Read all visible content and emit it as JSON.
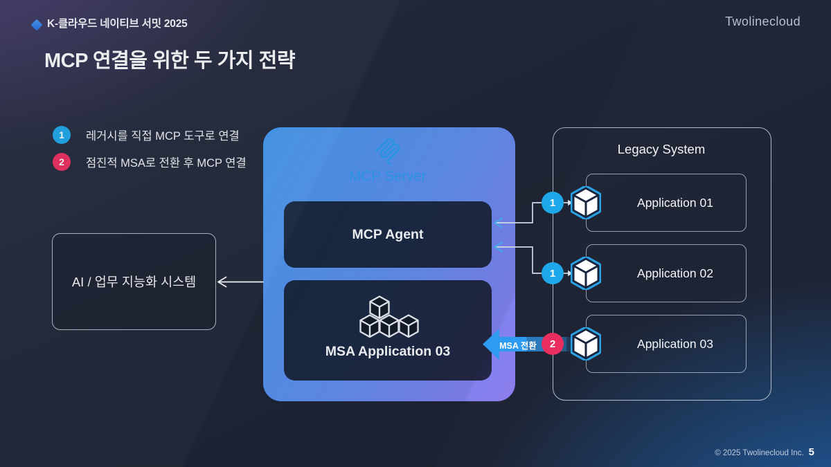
{
  "header": {
    "event": "K-클라우드 네이티브 서밋 2025",
    "logo": "Twolinecloud",
    "title": "MCP 연결을 위한 두 가지 전략"
  },
  "legend": {
    "items": [
      {
        "num": "1",
        "label": "레거시를 직접 MCP 도구로 연결",
        "color": "#1EA7E9"
      },
      {
        "num": "2",
        "label": "점진적 MSA로 전환 후 MCP 연결",
        "color": "#EA2E60"
      }
    ]
  },
  "diagram": {
    "ai_box": {
      "label": "AI / 업무 지능화 시스템"
    },
    "mcp_server": {
      "title": "MCP Server",
      "agent_label": "MCP Agent",
      "msa_label": "MSA Application 03"
    },
    "legacy": {
      "title": "Legacy System",
      "apps": [
        {
          "label": "Application 01",
          "badge": "1"
        },
        {
          "label": "Application 02",
          "badge": "1"
        },
        {
          "label": "Application 03",
          "badge": "2"
        }
      ]
    },
    "msa_arrow_label": "MSA 전환"
  },
  "footer": {
    "copyright": "© 2025 Twolinecloud Inc.",
    "page": "5"
  },
  "colors": {
    "accent_blue": "#2E9BF0",
    "badge_blue": "#1EA7E9",
    "badge_pink": "#EA2E60",
    "server_border_start": "#3D9BF5",
    "server_border_end": "#8F7BEF",
    "msa_arrow_blue": "#2E9BF0",
    "background_purple_glow": "#3b3254",
    "background_blue_glow": "#1d4a7d"
  }
}
